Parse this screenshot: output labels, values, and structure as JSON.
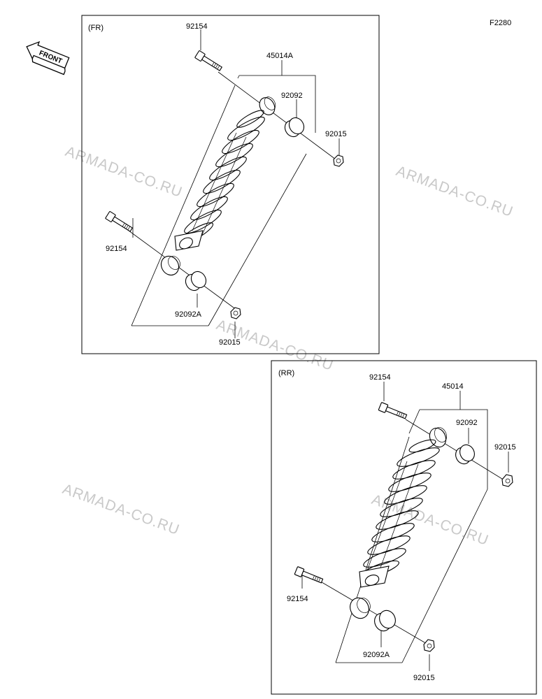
{
  "diagram_code": "F2280",
  "front_label": "FRONT",
  "watermark": "ARMADA-CO.RU",
  "front_panel": {
    "title": "(FR)",
    "labels": {
      "bolt_top": "92154",
      "shock_assy": "45014A",
      "collar_top": "92092",
      "nut_top": "92015",
      "bolt_bottom": "92154",
      "collar_bottom": "92092A",
      "nut_bottom": "92015"
    }
  },
  "rear_panel": {
    "title": "(RR)",
    "labels": {
      "bolt_top": "92154",
      "shock_assy": "45014",
      "collar_top": "92092",
      "nut_top": "92015",
      "bolt_bottom": "92154",
      "collar_bottom": "92092A",
      "nut_bottom": "92015"
    }
  }
}
